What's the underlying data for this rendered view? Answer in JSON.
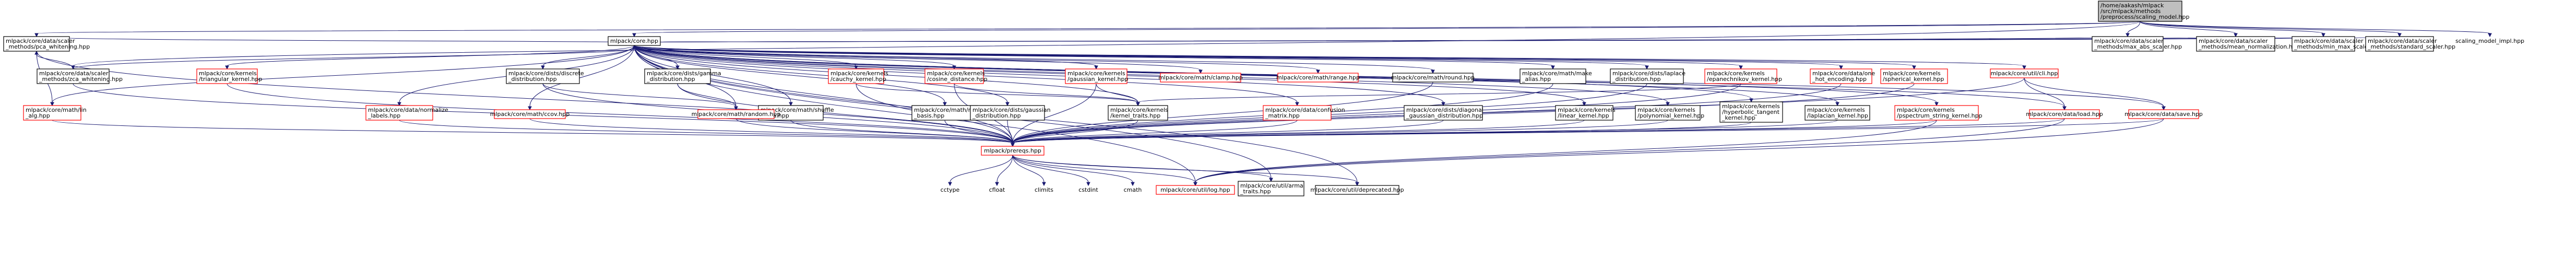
{
  "colors": {
    "node_fill": "#ffffff",
    "root_fill": "#bfbfbf",
    "node_border": "#000000",
    "missing_border": "#ff0000",
    "edge": "#191970",
    "text": "#000000"
  },
  "nodes": [
    {
      "id": "root",
      "lines": [
        "/home/aakash/mlpack",
        "/src/mlpack/methods",
        "/preprocess/scaling_model.hpp"
      ],
      "kind": "root"
    },
    {
      "id": "pca_whitening_top",
      "lines": [
        "mlpack/core/data/scaler",
        "_methods/pca_whitening.hpp"
      ],
      "kind": "normal"
    },
    {
      "id": "core",
      "lines": [
        "mlpack/core.hpp"
      ],
      "kind": "normal"
    },
    {
      "id": "max_abs",
      "lines": [
        "mlpack/core/data/scaler",
        "_methods/max_abs_scaler.hpp"
      ],
      "kind": "normal"
    },
    {
      "id": "mean_norm",
      "lines": [
        "mlpack/core/data/scaler",
        "_methods/mean_normalization.hpp"
      ],
      "kind": "normal"
    },
    {
      "id": "min_max",
      "lines": [
        "mlpack/core/data/scaler",
        "_methods/min_max_scaler.hpp"
      ],
      "kind": "normal"
    },
    {
      "id": "standard",
      "lines": [
        "mlpack/core/data/scaler",
        "_methods/standard_scaler.hpp"
      ],
      "kind": "normal"
    },
    {
      "id": "scaling_impl",
      "lines": [
        "scaling_model_impl.hpp"
      ],
      "kind": "plain"
    },
    {
      "id": "zca",
      "lines": [
        "mlpack/core/data/scaler",
        "_methods/zca_whitening.hpp"
      ],
      "kind": "normal"
    },
    {
      "id": "triangular",
      "lines": [
        "mlpack/core/kernels",
        "/triangular_kernel.hpp"
      ],
      "kind": "missing"
    },
    {
      "id": "discrete",
      "lines": [
        "mlpack/core/dists/discrete",
        "_distribution.hpp"
      ],
      "kind": "normal"
    },
    {
      "id": "gamma",
      "lines": [
        "mlpack/core/dists/gamma",
        "_distribution.hpp"
      ],
      "kind": "normal"
    },
    {
      "id": "cauchy",
      "lines": [
        "mlpack/core/kernels",
        "/cauchy_kernel.hpp"
      ],
      "kind": "missing"
    },
    {
      "id": "cosine",
      "lines": [
        "mlpack/core/kernels",
        "/cosine_distance.hpp"
      ],
      "kind": "missing"
    },
    {
      "id": "gaussian_kernel",
      "lines": [
        "mlpack/core/kernels",
        "/gaussian_kernel.hpp"
      ],
      "kind": "missing"
    },
    {
      "id": "clamp",
      "lines": [
        "mlpack/core/math/clamp.hpp"
      ],
      "kind": "missing"
    },
    {
      "id": "range",
      "lines": [
        "mlpack/core/math/range.hpp"
      ],
      "kind": "missing"
    },
    {
      "id": "round",
      "lines": [
        "mlpack/core/math/round.hpp"
      ],
      "kind": "normal"
    },
    {
      "id": "make_alias",
      "lines": [
        "mlpack/core/math/make",
        "_alias.hpp"
      ],
      "kind": "normal"
    },
    {
      "id": "laplace",
      "lines": [
        "mlpack/core/dists/laplace",
        "_distribution.hpp"
      ],
      "kind": "normal"
    },
    {
      "id": "epanechnikov",
      "lines": [
        "mlpack/core/kernels",
        "/epanechnikov_kernel.hpp"
      ],
      "kind": "missing"
    },
    {
      "id": "one_hot",
      "lines": [
        "mlpack/core/data/one",
        "_hot_encoding.hpp"
      ],
      "kind": "missing"
    },
    {
      "id": "spherical",
      "lines": [
        "mlpack/core/kernels",
        "/spherical_kernel.hpp"
      ],
      "kind": "missing"
    },
    {
      "id": "cli",
      "lines": [
        "mlpack/core/util/cli.hpp"
      ],
      "kind": "missing"
    },
    {
      "id": "mathlin",
      "lines": [
        "mlpack/core/math/lin",
        "_alg.hpp"
      ],
      "kind": "missing"
    },
    {
      "id": "normalize",
      "lines": [
        "mlpack/core/data/normalize",
        "_labels.hpp"
      ],
      "kind": "missing"
    },
    {
      "id": "ccov",
      "lines": [
        "mlpack/core/math/ccov.hpp"
      ],
      "kind": "missing"
    },
    {
      "id": "shuffle",
      "lines": [
        "mlpack/core/math/shuffle",
        "_data.hpp"
      ],
      "kind": "normal"
    },
    {
      "id": "random",
      "lines": [
        "mlpack/core/math/random.hpp"
      ],
      "kind": "missing"
    },
    {
      "id": "random_basis",
      "lines": [
        "mlpack/core/math/random",
        "_basis.hpp"
      ],
      "kind": "normal"
    },
    {
      "id": "gaussian_dist",
      "lines": [
        "mlpack/core/dists/gaussian",
        "_distribution.hpp"
      ],
      "kind": "normal"
    },
    {
      "id": "kernel_traits",
      "lines": [
        "mlpack/core/kernels",
        "/kernel_traits.hpp"
      ],
      "kind": "normal"
    },
    {
      "id": "diag_gauss",
      "lines": [
        "mlpack/core/dists/diagonal",
        "_gaussian_distribution.hpp"
      ],
      "kind": "normal"
    },
    {
      "id": "confusion",
      "lines": [
        "mlpack/core/data/confusion",
        "_matrix.hpp"
      ],
      "kind": "missing"
    },
    {
      "id": "linear",
      "lines": [
        "mlpack/core/kernels",
        "/linear_kernel.hpp"
      ],
      "kind": "normal"
    },
    {
      "id": "polynomial",
      "lines": [
        "mlpack/core/kernels",
        "/polynomial_kernel.hpp"
      ],
      "kind": "normal"
    },
    {
      "id": "hyperbolic",
      "lines": [
        "mlpack/core/kernels",
        "/hyperbolic_tangent",
        "_kernel.hpp"
      ],
      "kind": "normal"
    },
    {
      "id": "laplacian",
      "lines": [
        "mlpack/core/kernels",
        "/laplacian_kernel.hpp"
      ],
      "kind": "normal"
    },
    {
      "id": "pspectrum",
      "lines": [
        "mlpack/core/kernels",
        "/pspectrum_string_kernel.hpp"
      ],
      "kind": "missing"
    },
    {
      "id": "load",
      "lines": [
        "mlpack/core/data/load.hpp"
      ],
      "kind": "missing"
    },
    {
      "id": "save",
      "lines": [
        "mlpack/core/data/save.hpp"
      ],
      "kind": "missing"
    },
    {
      "id": "prereqs",
      "lines": [
        "mlpack/prereqs.hpp"
      ],
      "kind": "missing"
    },
    {
      "id": "cctype",
      "lines": [
        "cctype"
      ],
      "kind": "plain"
    },
    {
      "id": "cfloat",
      "lines": [
        "cfloat"
      ],
      "kind": "plain"
    },
    {
      "id": "climits",
      "lines": [
        "climits"
      ],
      "kind": "plain"
    },
    {
      "id": "cstdint",
      "lines": [
        "cstdint"
      ],
      "kind": "plain"
    },
    {
      "id": "cmath",
      "lines": [
        "cmath"
      ],
      "kind": "plain"
    },
    {
      "id": "log",
      "lines": [
        "mlpack/core/util/log.hpp"
      ],
      "kind": "missing"
    },
    {
      "id": "arma_traits",
      "lines": [
        "mlpack/core/util/arma",
        "_traits.hpp"
      ],
      "kind": "normal"
    },
    {
      "id": "deprecated",
      "lines": [
        "mlpack/core/util/deprecated.hpp"
      ],
      "kind": "normal"
    }
  ],
  "edges": [
    [
      "root",
      "pca_whitening_top"
    ],
    [
      "root",
      "core"
    ],
    [
      "root",
      "max_abs"
    ],
    [
      "root",
      "mean_norm"
    ],
    [
      "root",
      "min_max"
    ],
    [
      "root",
      "standard"
    ],
    [
      "root",
      "scaling_impl"
    ],
    [
      "root",
      "zca"
    ],
    [
      "pca_whitening_top",
      "core"
    ],
    [
      "pca_whitening_top",
      "mathlin"
    ],
    [
      "pca_whitening_top",
      "prereqs"
    ],
    [
      "zca",
      "pca_whitening_top"
    ],
    [
      "zca",
      "core"
    ],
    [
      "zca",
      "prereqs"
    ],
    [
      "core",
      "triangular"
    ],
    [
      "core",
      "discrete"
    ],
    [
      "core",
      "gamma"
    ],
    [
      "core",
      "cauchy"
    ],
    [
      "core",
      "cosine"
    ],
    [
      "core",
      "gaussian_kernel"
    ],
    [
      "core",
      "clamp"
    ],
    [
      "core",
      "range"
    ],
    [
      "core",
      "round"
    ],
    [
      "core",
      "make_alias"
    ],
    [
      "core",
      "laplace"
    ],
    [
      "core",
      "epanechnikov"
    ],
    [
      "core",
      "one_hot"
    ],
    [
      "core",
      "spherical"
    ],
    [
      "core",
      "cli"
    ],
    [
      "core",
      "mathlin"
    ],
    [
      "core",
      "normalize"
    ],
    [
      "core",
      "ccov"
    ],
    [
      "core",
      "shuffle"
    ],
    [
      "core",
      "random"
    ],
    [
      "core",
      "random_basis"
    ],
    [
      "core",
      "gaussian_dist"
    ],
    [
      "core",
      "kernel_traits"
    ],
    [
      "core",
      "diag_gauss"
    ],
    [
      "core",
      "confusion"
    ],
    [
      "core",
      "linear"
    ],
    [
      "core",
      "polynomial"
    ],
    [
      "core",
      "hyperbolic"
    ],
    [
      "core",
      "laplacian"
    ],
    [
      "core",
      "pspectrum"
    ],
    [
      "core",
      "load"
    ],
    [
      "core",
      "save"
    ],
    [
      "core",
      "prereqs"
    ],
    [
      "core",
      "log"
    ],
    [
      "core",
      "arma_traits"
    ],
    [
      "core",
      "deprecated"
    ],
    [
      "max_abs",
      "core"
    ],
    [
      "mean_norm",
      "core"
    ],
    [
      "min_max",
      "core"
    ],
    [
      "standard",
      "core"
    ],
    [
      "triangular",
      "prereqs"
    ],
    [
      "discrete",
      "random"
    ],
    [
      "discrete",
      "prereqs"
    ],
    [
      "gamma",
      "random"
    ],
    [
      "gamma",
      "prereqs"
    ],
    [
      "cauchy",
      "kernel_traits"
    ],
    [
      "cauchy",
      "prereqs"
    ],
    [
      "cosine",
      "kernel_traits"
    ],
    [
      "cosine",
      "prereqs"
    ],
    [
      "gaussian_kernel",
      "kernel_traits"
    ],
    [
      "gaussian_kernel",
      "prereqs"
    ],
    [
      "round",
      "prereqs"
    ],
    [
      "make_alias",
      "prereqs"
    ],
    [
      "laplace",
      "prereqs"
    ],
    [
      "epanechnikov",
      "kernel_traits"
    ],
    [
      "epanechnikov",
      "prereqs"
    ],
    [
      "one_hot",
      "prereqs"
    ],
    [
      "spherical",
      "prereqs"
    ],
    [
      "cli",
      "load"
    ],
    [
      "cli",
      "save"
    ],
    [
      "cli",
      "prereqs"
    ],
    [
      "mathlin",
      "prereqs"
    ],
    [
      "normalize",
      "prereqs"
    ],
    [
      "ccov",
      "prereqs"
    ],
    [
      "shuffle",
      "prereqs"
    ],
    [
      "random",
      "prereqs"
    ],
    [
      "random_basis",
      "prereqs"
    ],
    [
      "gaussian_dist",
      "prereqs"
    ],
    [
      "kernel_traits",
      "prereqs"
    ],
    [
      "diag_gauss",
      "prereqs"
    ],
    [
      "confusion",
      "prereqs"
    ],
    [
      "linear",
      "prereqs"
    ],
    [
      "polynomial",
      "prereqs"
    ],
    [
      "hyperbolic",
      "prereqs"
    ],
    [
      "laplacian",
      "prereqs"
    ],
    [
      "pspectrum",
      "prereqs"
    ],
    [
      "pspectrum",
      "log"
    ],
    [
      "load",
      "prereqs"
    ],
    [
      "load",
      "log"
    ],
    [
      "save",
      "prereqs"
    ],
    [
      "save",
      "log"
    ],
    [
      "prereqs",
      "cctype"
    ],
    [
      "prereqs",
      "cfloat"
    ],
    [
      "prereqs",
      "climits"
    ],
    [
      "prereqs",
      "cstdint"
    ],
    [
      "prereqs",
      "cmath"
    ],
    [
      "prereqs",
      "log"
    ],
    [
      "prereqs",
      "arma_traits"
    ],
    [
      "prereqs",
      "deprecated"
    ]
  ]
}
